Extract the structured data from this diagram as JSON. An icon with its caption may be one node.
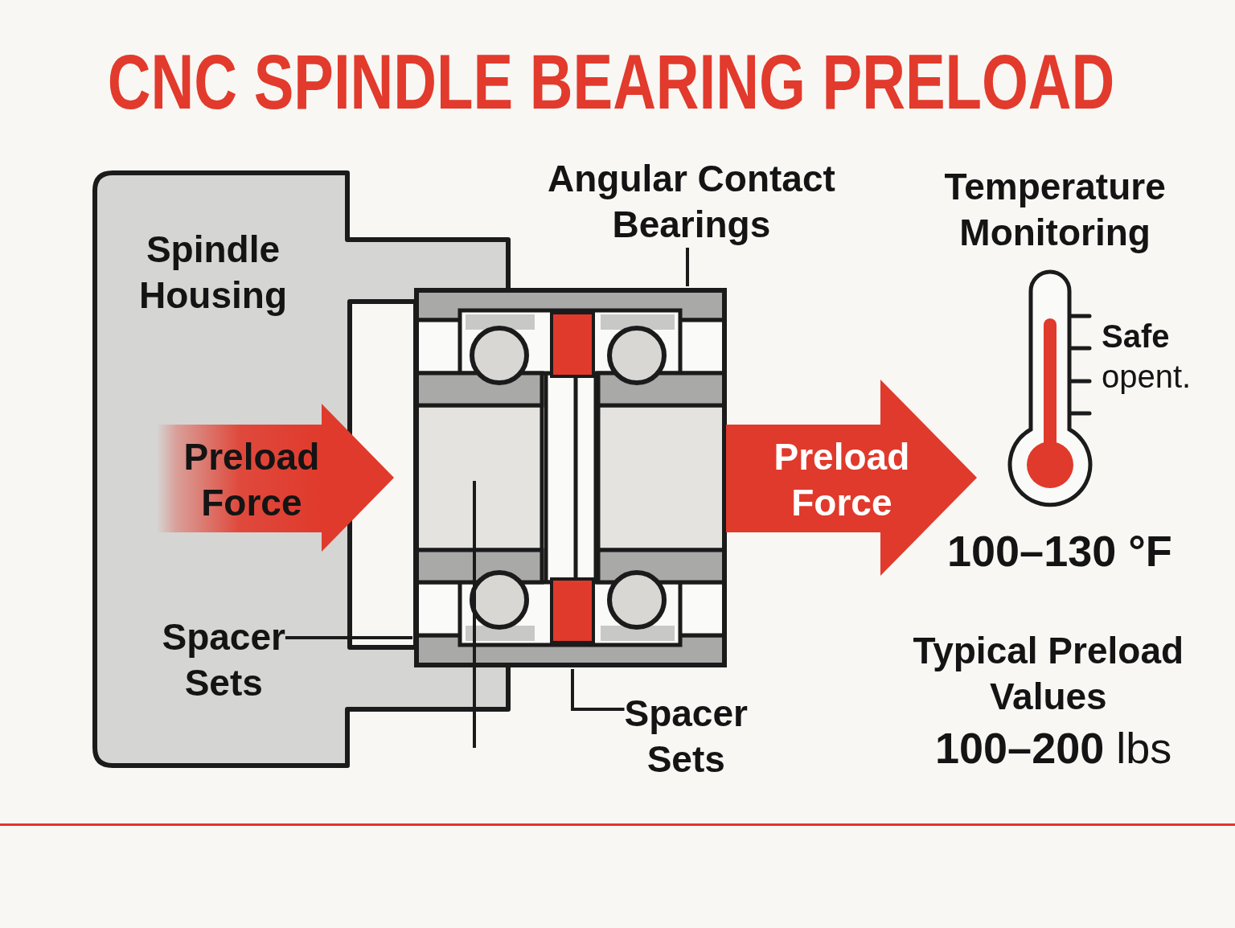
{
  "diagram": {
    "title": "CNC SPINDLE BEARING PRELOAD",
    "nodes": [
      {
        "text": [
          "Spindle Housing"
        ]
      },
      {
        "text": [
          "Angular Contact Bearings"
        ]
      },
      {
        "text": [
          "Preload Force"
        ],
        "in": 0
      },
      {
        "text": [
          "Preload Force"
        ]
      },
      {
        "text": [
          "Spacer Sets"
        ],
        "in": 0
      },
      {
        "text": [
          "Spacer Sets"
        ]
      },
      {
        "text": [],
        "shape": "picture"
      }
    ],
    "edges": [
      {
        "from": 1,
        "to": 6,
        "arrow": "none"
      },
      {
        "from": 4,
        "to": 6,
        "arrow": "none"
      },
      {
        "from": 5,
        "to": 6,
        "arrow": "none"
      }
    ],
    "labels": [
      "Temperature Monitoring",
      "**Safe** opent.",
      "100–130 °F",
      "Typical Preload Values",
      "**100–200** lbs"
    ]
  }
}
